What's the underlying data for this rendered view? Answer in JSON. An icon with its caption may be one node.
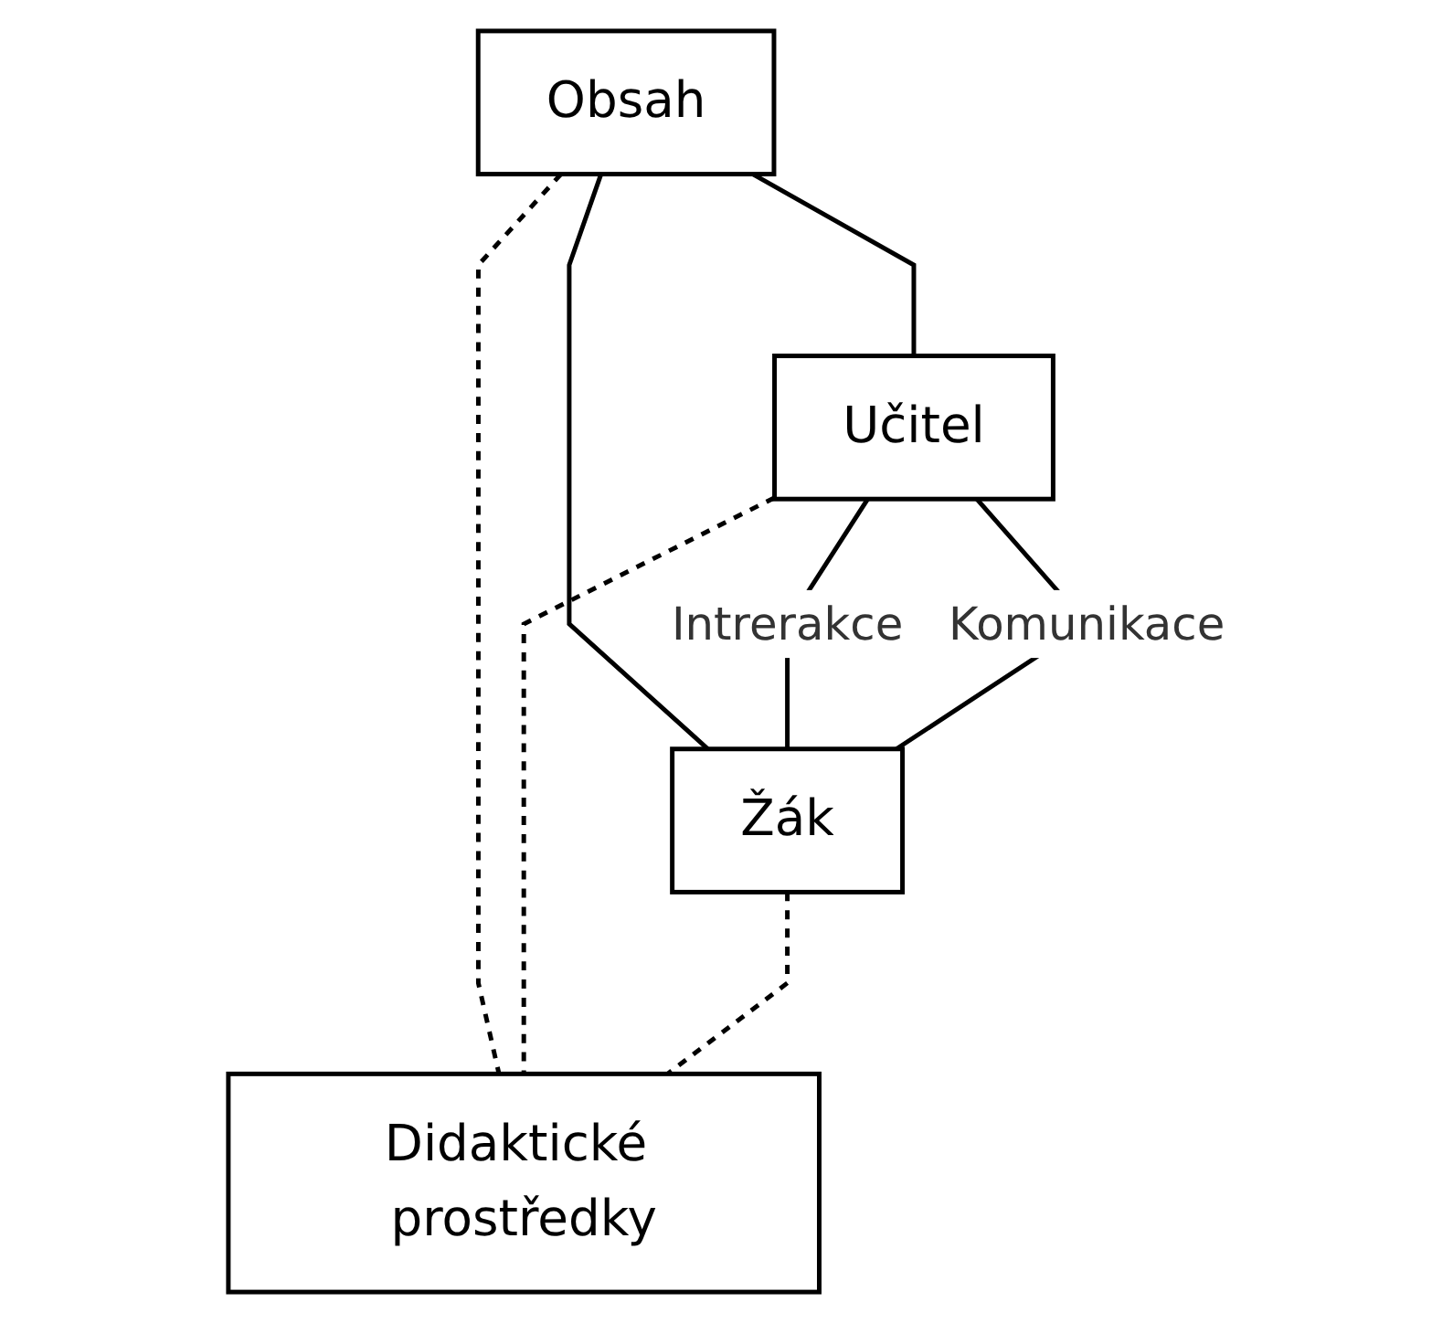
{
  "diagram": {
    "nodes": [
      {
        "text": [
          "Obsah"
        ]
      },
      {
        "text": [
          "Učitel"
        ]
      },
      {
        "text": [
          "Žák"
        ]
      },
      {
        "text": [
          "Didaktické prostředky"
        ]
      }
    ],
    "edges": [
      {
        "from": 0,
        "to": 1,
        "arrow": "none"
      },
      {
        "from": 0,
        "to": 2,
        "arrow": "none"
      },
      {
        "from": 0,
        "to": 3,
        "arrow": "none",
        "style": "dashed"
      },
      {
        "from": 1,
        "to": 2,
        "arrow": "none",
        "label": "Intrerakce"
      },
      {
        "from": 1,
        "to": 2,
        "arrow": "none",
        "label": "Komunikace"
      },
      {
        "from": 1,
        "to": 3,
        "arrow": "none",
        "style": "dashed"
      },
      {
        "from": 2,
        "to": 3,
        "arrow": "none",
        "style": "dashed"
      }
    ]
  }
}
